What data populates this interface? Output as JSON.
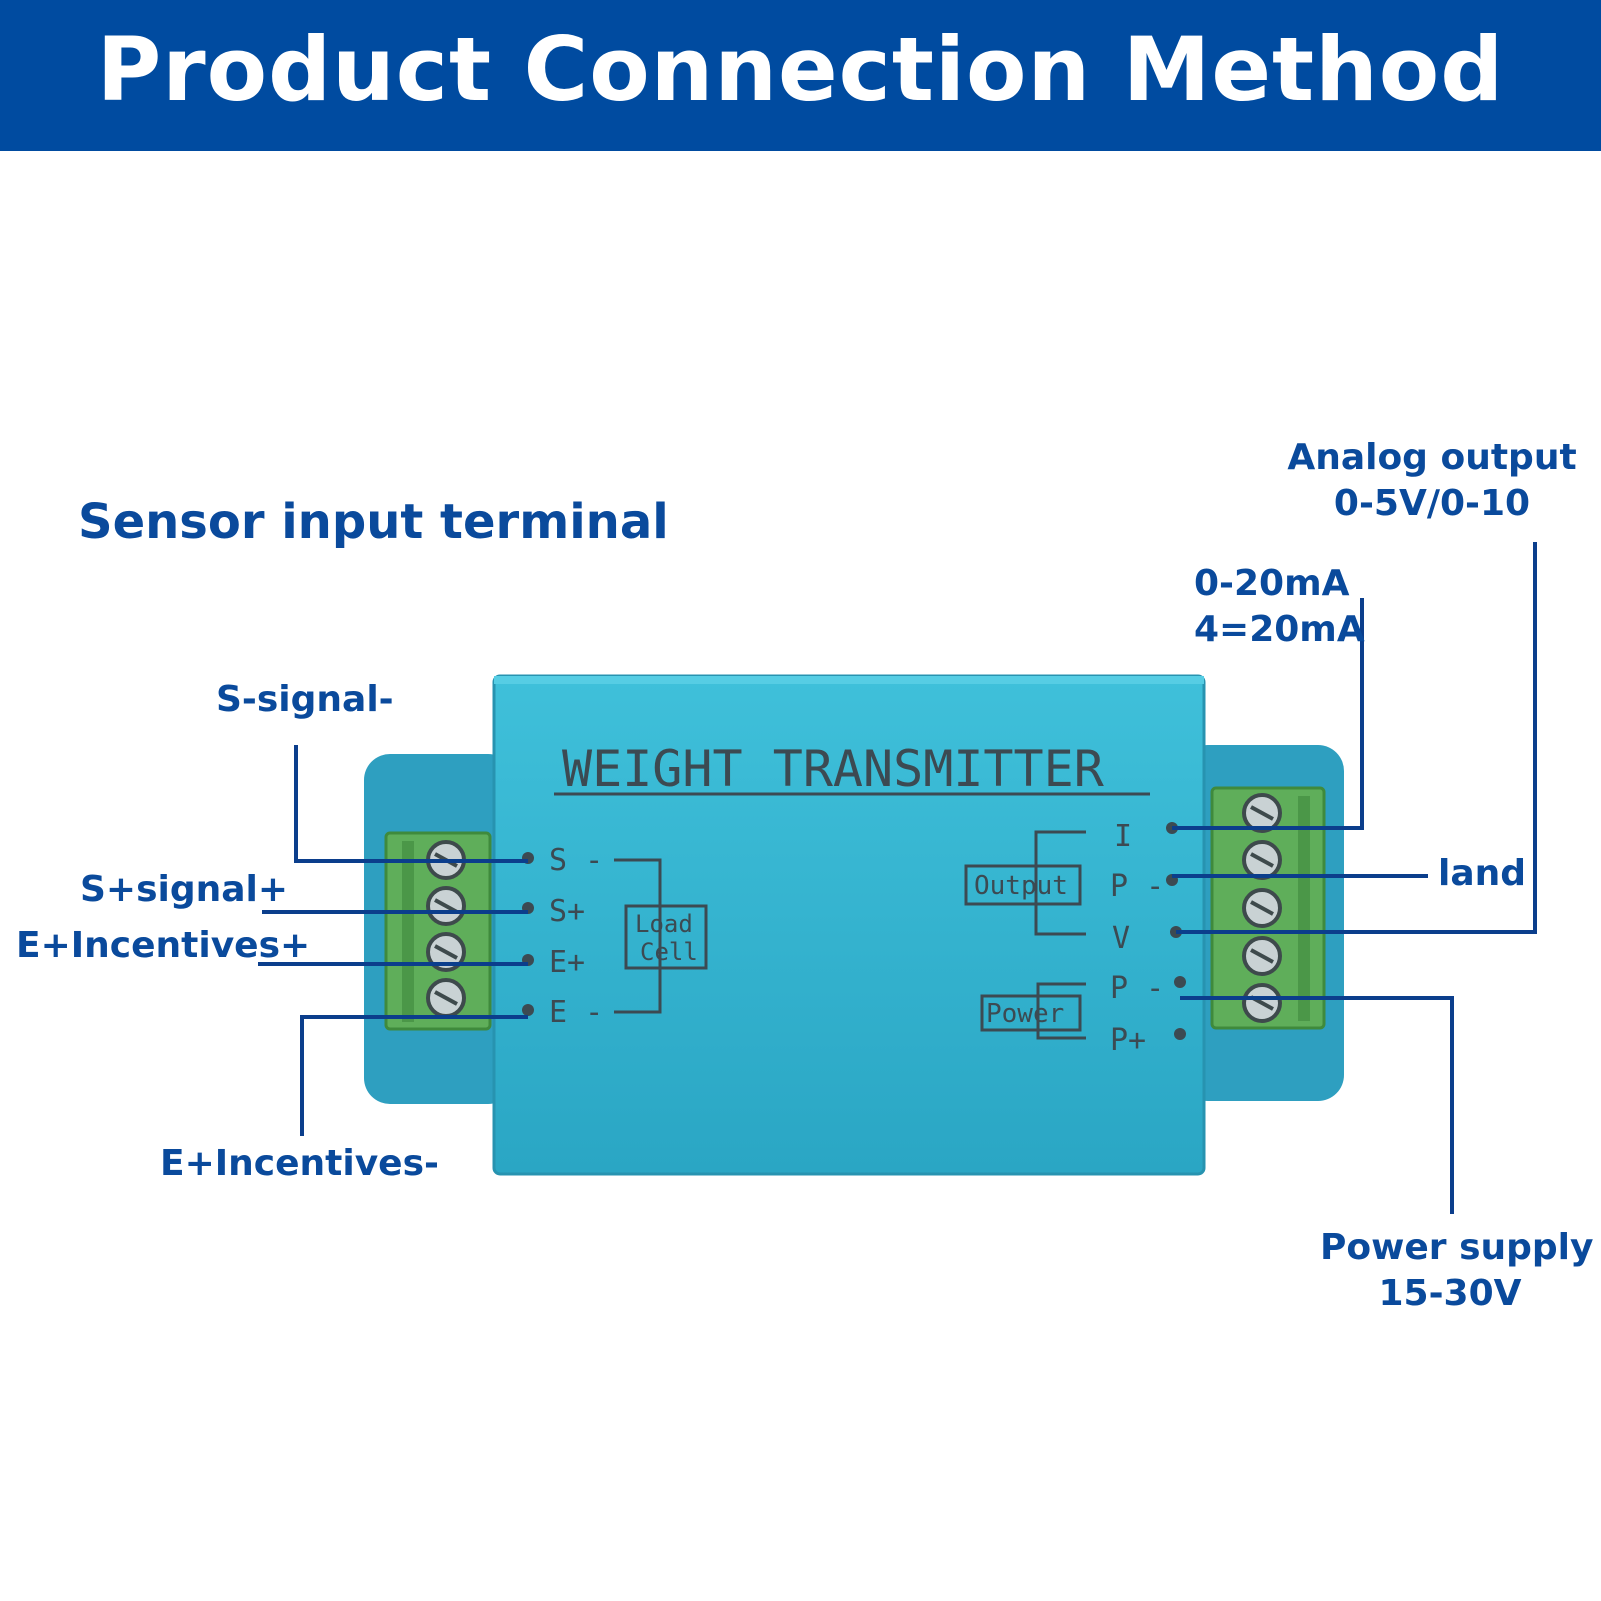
{
  "title": "Product Connection Method",
  "colors": {
    "banner": "#004ba0",
    "label_text": "#0a4a9c",
    "leader_line": "#0b3e8c",
    "device_body": "#34b3cf",
    "terminal_block": "#5fae5a",
    "panel_print": "#3c4a52"
  },
  "sensor_section": {
    "heading": "Sensor input terminal",
    "labels": {
      "s_minus": "S-signal-",
      "s_plus": "S+signal+",
      "e_plus": "E+Incentives+",
      "e_minus": "E+Incentives-"
    }
  },
  "output_section": {
    "analog_line1": "Analog output",
    "analog_line2": "0-5V/0-10",
    "current_line1": "0-20mA",
    "current_line2": "4=20mA",
    "ground": "land",
    "power_line1": "Power supply",
    "power_line2": "15-30V"
  },
  "device": {
    "name": "WEIGHT  TRANSMITTER",
    "left_group_label_1": "Load",
    "left_group_label_2": "Cell",
    "left_pins": [
      "S -",
      "S+",
      "E+",
      "E -"
    ],
    "output_group_label": "Output",
    "power_group_label": "Power",
    "right_pins": [
      "I",
      "P -",
      "V",
      "P -",
      "P+"
    ],
    "icons": [
      "screw-terminal-icon",
      "pin-dot-icon"
    ]
  }
}
